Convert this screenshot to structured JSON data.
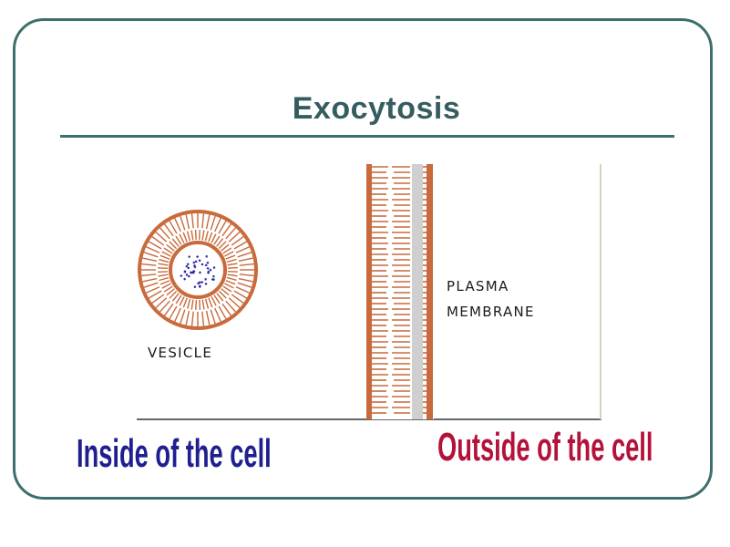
{
  "title": "Exocytosis",
  "labels": {
    "vesicle": "VESICLE",
    "plasma_line1": "PLASMA",
    "plasma_line2": "MEMBRANE",
    "inside": "Inside of the cell",
    "outside": "Outside of the cell"
  },
  "colors": {
    "frame": "#3f6f6c",
    "membrane_orange": "#c86a3c",
    "vesicle_core": "#2a2aa8",
    "inside_text": "#1f1f8f",
    "outside_text": "#b3123a"
  }
}
